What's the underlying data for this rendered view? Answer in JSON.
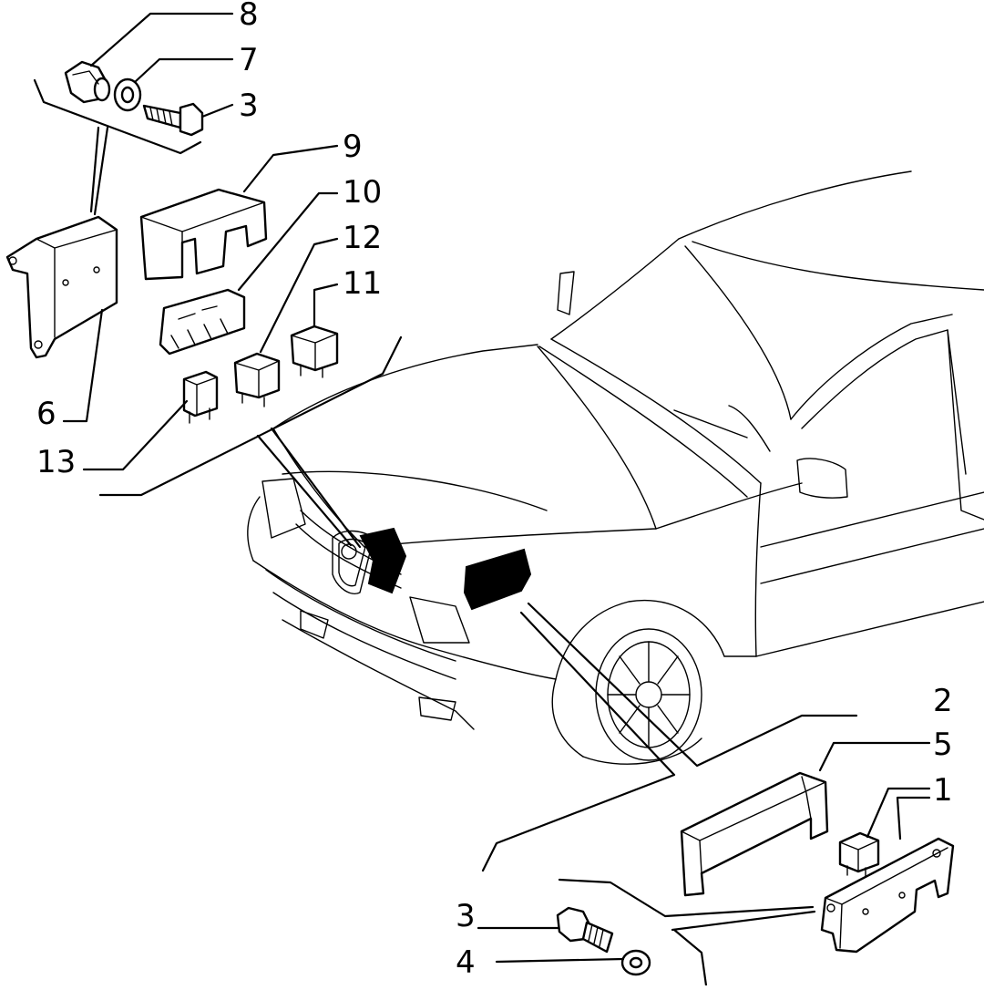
{
  "callouts": {
    "c8": "8",
    "c7": "7",
    "c3_top": "3",
    "c9": "9",
    "c10": "10",
    "c12": "12",
    "c11": "11",
    "c6": "6",
    "c13": "13",
    "c2": "2",
    "c5": "5",
    "c1": "1",
    "c3_bottom": "3",
    "c4": "4"
  }
}
